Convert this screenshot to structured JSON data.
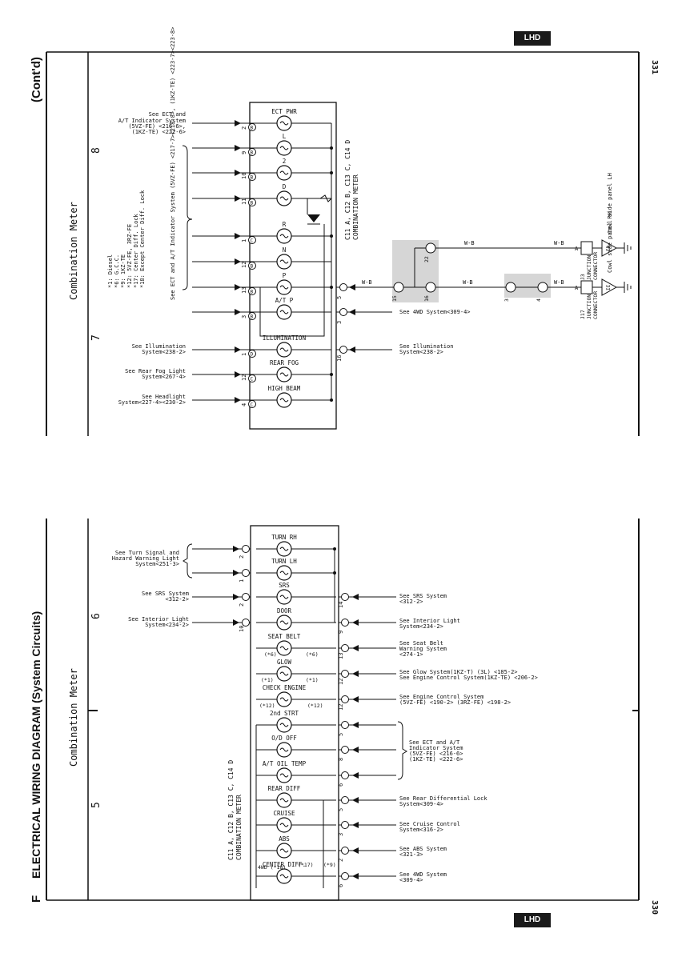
{
  "badges": {
    "lhd_top": "LHD",
    "lhd_bottom": "LHD"
  },
  "page_numbers": {
    "top": "331",
    "bottom": "330"
  },
  "headers": {
    "contd": "(Cont'd)",
    "section_letter": "F",
    "title": "ELECTRICAL WIRING DIAGRAM (System Circuits)"
  },
  "section_labels": {
    "top": "Combination Meter",
    "bottom": "Combination Meter"
  },
  "grid_numbers": {
    "top_8": "8",
    "top_7": "7",
    "bottom_6": "6",
    "bottom_5": "5"
  },
  "top": {
    "meter_connectors": "C11 A, C12 B, C13 C, C14 D",
    "meter_name": "COMBINATION METER",
    "footnotes": [
      "*1: Diesel",
      "*6: G.C.C.",
      "*9: 1KZ-TE",
      "*12: 5VZ-FE, 3RZ-FE",
      "*17: Center Diff. Lock",
      "*18: Except Center Diff. Lock"
    ],
    "vertical_ref": "See ECT and A/T Indicator System (5VZ-FE) <217-7><218-8>, (1KZ-TE) <223-7><223-8>",
    "indicators": [
      {
        "label": "ECT PWR",
        "pin": "2",
        "conn": "B"
      },
      {
        "label": "L",
        "pin": "9",
        "conn": "B"
      },
      {
        "label": "2",
        "pin": "10",
        "conn": "B"
      },
      {
        "label": "D",
        "pin": "11",
        "conn": "B"
      },
      {
        "label": "R",
        "pin": "1",
        "conn": "C"
      },
      {
        "label": "N",
        "pin": "12",
        "conn": "B"
      },
      {
        "label": "P",
        "pin": "13",
        "conn": "B"
      },
      {
        "label": "A/T P",
        "pin": "3",
        "conn": "B"
      },
      {
        "label": "ILLUMINATION",
        "pin": "1",
        "conn": "D"
      },
      {
        "label": "REAR FOG",
        "pin": "12",
        "conn": "C"
      },
      {
        "label": "HIGH BEAM",
        "pin": "4",
        "conn": "C"
      }
    ],
    "left_refs": [
      "See ECT and",
      "A/T Indicator System",
      "(5VZ-FE) <216-6>,",
      "(1KZ-TE) <222-6>",
      "See Illumination",
      "System<238-2>",
      "See Rear Fog Light",
      "System<267-4>",
      "See Headlight",
      "System<227-4><230-2>"
    ],
    "right_refs": [
      "See 4WD System<309-4>",
      "See Illumination",
      "System<238-2>"
    ],
    "right_pins": [
      "5",
      "3",
      "16"
    ],
    "wire_color": "W-B",
    "junction_upper": {
      "id": "J3",
      "label": "JUNCTION",
      "label2": "CONNECTOR",
      "pin": "A",
      "ground": "ID",
      "location": "Cowl side panel LH"
    },
    "junction_lower": {
      "id": "J17",
      "label": "JUNCTION",
      "label2": "CONNECTOR",
      "pin": "A",
      "ground": "IE",
      "location": "Cowl side panel RH"
    },
    "splice_pins": [
      "22",
      "15",
      "16",
      "3",
      "4"
    ]
  },
  "bottom": {
    "meter_connectors": "C11 A, C12 B, C13 C, C14 D",
    "meter_name": "COMBINATION METER",
    "indicators": [
      {
        "label": "TURN RH"
      },
      {
        "label": "TURN LH"
      },
      {
        "label": "SRS"
      },
      {
        "label": "DOOR"
      },
      {
        "label": "SEAT BELT"
      },
      {
        "label": "GLOW"
      },
      {
        "label": "CHECK ENGINE"
      },
      {
        "label": "2nd STRT"
      },
      {
        "label": "O/D OFF"
      },
      {
        "label": "A/T OIL TEMP"
      },
      {
        "label": "REAR DIFF"
      },
      {
        "label": "CRUISE"
      },
      {
        "label": "ABS"
      },
      {
        "label": "CENTER DIFF."
      }
    ],
    "marks": [
      "(*6)",
      "(*6)",
      "(*1)",
      "(*1)",
      "(*12)",
      "(*12)",
      "(*17)",
      "4WD (*18)",
      "(*9)"
    ],
    "left_pins": [
      "2",
      "1",
      "2",
      "10"
    ],
    "right_pins": [
      "14",
      "9",
      "13",
      "12",
      "12",
      "5",
      "8",
      "6",
      "5",
      "3",
      "2",
      "6"
    ],
    "left_refs": [
      "See Turn Signal and",
      "Hazard Warning Light",
      "System<251-3>",
      "See SRS System",
      "<312-2>",
      "See Interior Light",
      "System<234-2>"
    ],
    "right_refs": [
      "See SRS System",
      "<312-2>",
      "See Interior Light",
      "System<234-2>",
      "See Seat Belt",
      "Warning System",
      "<274-1>",
      "See Glow System(1KZ-T) (3L) <185-2>",
      "See Engine Control System(1KZ-TE) <206-2>",
      "See Engine Control System",
      "(5VZ-FE) <190-2> (3RZ-FE) <198-2>",
      "See ECT and A/T",
      "Indicator System",
      "(5VZ-FE) <216-6>",
      "(1KZ-TE) <222-6>",
      "See Rear Differential Lock",
      "System<309-4>",
      "See Cruise Control",
      "System<316-2>",
      "See ABS System",
      "<321-3>",
      "See 4WD System",
      "<309-4>"
    ]
  }
}
